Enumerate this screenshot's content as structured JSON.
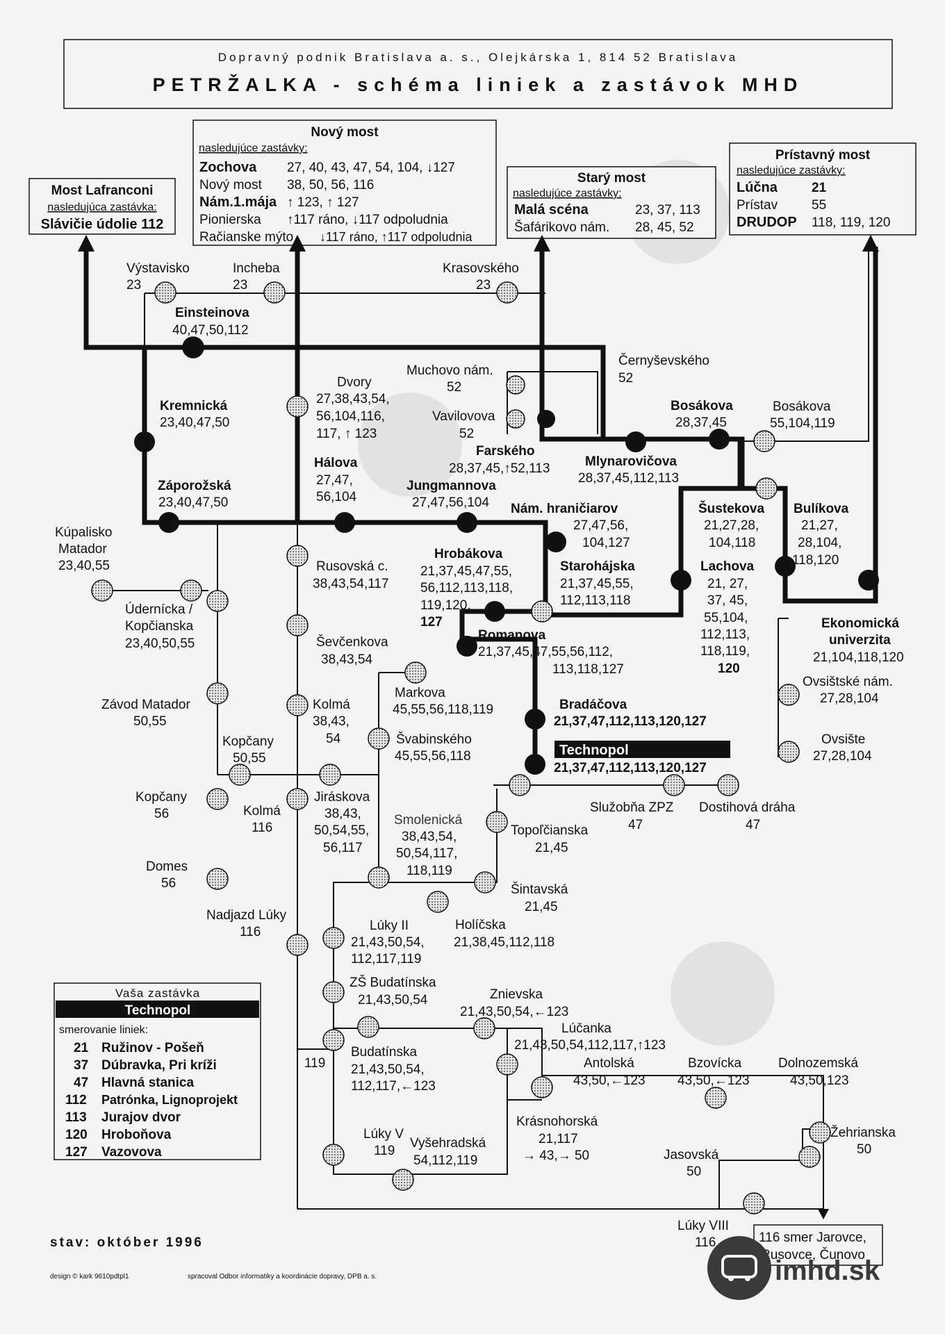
{
  "header": {
    "company": "Dopravný podnik Bratislava a. s., Olejkárska 1, 814 52 Bratislava",
    "title": "PETRŽALKA - schéma liniek a zastávok MHD"
  },
  "boxes": {
    "lafranconi": {
      "title": "Most Lafranconi",
      "subtitle": "nasledujúca zastávka:",
      "line": "Slávičie údolie 112"
    },
    "novy_most": {
      "title": "Nový most",
      "subtitle": "nasledujúce zastávky:",
      "rows": [
        {
          "name": "Zochova",
          "lines": "27, 40, 43, 47, 54, 104, ↓127"
        },
        {
          "name": "Nový most",
          "lines": "38, 50, 56, 116"
        },
        {
          "name": "Nám.1.mája",
          "lines": "↑ 123, ↑ 127"
        },
        {
          "name": "Pionierska",
          "lines": "↑117 ráno, ↓117 odpoludnia"
        },
        {
          "name": "Račianske mýto",
          "lines": "↓117 ráno, ↑117 odpoludnia"
        }
      ]
    },
    "stary_most": {
      "title": "Starý most",
      "subtitle": "nasledujúce zastávky:",
      "rows": [
        {
          "name": "Malá scéna",
          "lines": "23, 37, 113"
        },
        {
          "name": "Šafárikovo nám.",
          "lines": "28, 45, 52"
        }
      ]
    },
    "pristavny_most": {
      "title": "Prístavný most",
      "subtitle": "nasledujúce zastávky:",
      "rows": [
        {
          "name": "Lúčna",
          "lines": "21"
        },
        {
          "name": "Prístav",
          "lines": "55"
        },
        {
          "name": "DRUDOP",
          "lines": "118, 119, 120"
        }
      ]
    }
  },
  "stops": [
    {
      "id": "vystavisko",
      "name": "Výstavisko",
      "lines": "23"
    },
    {
      "id": "incheba",
      "name": "Incheba",
      "lines": "23"
    },
    {
      "id": "krasovskeho",
      "name": "Krasovského",
      "lines": "23"
    },
    {
      "id": "einsteinova",
      "name": "Einsteinova",
      "lines": "40,47,50,112"
    },
    {
      "id": "cernysevskeho",
      "name": "Černyševského",
      "lines": "52"
    },
    {
      "id": "muchovo",
      "name": "Muchovo nám.",
      "lines": "52"
    },
    {
      "id": "vavilovova",
      "name": "Vavilovova",
      "lines": "52"
    },
    {
      "id": "dvory",
      "name": "Dvory",
      "lines": "27,38,43,54,",
      "lines2": "56,104,116,",
      "lines3": "117, ↑ 123"
    },
    {
      "id": "kremnicka",
      "name": "Kremnická",
      "lines": "23,40,47,50"
    },
    {
      "id": "bosakova1",
      "name": "Bosákova",
      "lines": "28,37,45"
    },
    {
      "id": "bosakova2",
      "name": "Bosákova",
      "lines": "55,104,119"
    },
    {
      "id": "farskeho",
      "name": "Farského",
      "lines": "28,37,45,↑52,113"
    },
    {
      "id": "mlynarovicova",
      "name": "Mlynarovičova",
      "lines": "28,37,45,112,113"
    },
    {
      "id": "halova",
      "name": "Hálova",
      "lines": "27,47,",
      "lines2": "56,104"
    },
    {
      "id": "jungmannova",
      "name": "Jungmannova",
      "lines": "27,47,56,104"
    },
    {
      "id": "zaporozska",
      "name": "Záporožská",
      "lines": "23,40,47,50"
    },
    {
      "id": "sustekova",
      "name": "Šustekova",
      "lines": "21,27,28,",
      "lines2": "104,118"
    },
    {
      "id": "bulikova",
      "name": "Bulíkova",
      "lines": "21,27,",
      "lines2": "28,104,",
      "lines3": "118,120"
    },
    {
      "id": "kupalisko",
      "name": "Kúpalisko",
      "name2": "Matador",
      "lines": "23,40,55"
    },
    {
      "id": "nam_hranicarov",
      "name": "Nám. hraničiarov",
      "lines": "27,47,56,",
      "lines2": "104,127"
    },
    {
      "id": "rusovska",
      "name": "Rusovská c.",
      "lines": "38,43,54,117"
    },
    {
      "id": "hrobakova",
      "name": "Hrobákova",
      "lines": "21,37,45,47,55,",
      "lines2": "56,112,113,118,",
      "lines3": "119,120,",
      "lines4": "127"
    },
    {
      "id": "starohajska",
      "name": "Starohájska",
      "lines": "21,37,45,55,",
      "lines2": "112,113,118"
    },
    {
      "id": "lachova",
      "name": "Lachova",
      "lines": "21, 27,",
      "lines2": "37, 45,",
      "lines3": "55,104,",
      "lines4": "112,113,",
      "lines5": "118,119,",
      "lines6": "120"
    },
    {
      "id": "udernicka",
      "name": "Úderníсka /",
      "name2": "Kopčianska",
      "lines": "23,40,50,55"
    },
    {
      "id": "ekonomicka",
      "name": "Ekonomická",
      "name2": "univerzita",
      "lines": "21,104,118,120"
    },
    {
      "id": "sevcenkova",
      "name": "Ševčenkova",
      "lines": "38,43,54"
    },
    {
      "id": "romanova",
      "name": "Romanova",
      "lines": "21,37,45,47,55,56,112,",
      "lines2": "113,118,127"
    },
    {
      "id": "ovsistske",
      "name": "Ovsištské nám.",
      "lines": "27,28,104"
    },
    {
      "id": "markova",
      "name": "Markova",
      "lines": "45,55,56,118,119"
    },
    {
      "id": "zavod",
      "name": "Závod Matador",
      "lines": "50,55"
    },
    {
      "id": "kolma1",
      "name": "Kolmá",
      "lines": "38,43,",
      "lines2": "54"
    },
    {
      "id": "bradacova",
      "name": "Bradáčova",
      "lines": "21,37,47,112,113,120,127"
    },
    {
      "id": "svabinskeho",
      "name": "Švabinského",
      "lines": "45,55,56,118"
    },
    {
      "id": "kopcany1",
      "name": "Kopčany",
      "lines": "50,55"
    },
    {
      "id": "ovsiste",
      "name": "Ovsište",
      "lines": "27,28,104"
    },
    {
      "id": "technopol",
      "name": "Technopol",
      "lines": "21,37,47,112,113,120,127"
    },
    {
      "id": "kopcany2",
      "name": "Kopčany",
      "lines": "56"
    },
    {
      "id": "kolma2",
      "name": "Kolmá",
      "lines": "116"
    },
    {
      "id": "jiraskova",
      "name": "Jiráskova",
      "lines": "38,43,",
      "lines2": "50,54,55,",
      "lines3": "56,117"
    },
    {
      "id": "sluzobna",
      "name": "Služobňa ZPZ",
      "lines": "47"
    },
    {
      "id": "dostihova",
      "name": "Dostihová dráha",
      "lines": "47"
    },
    {
      "id": "smolenicka",
      "name": "Smolenická",
      "lines": "38,43,54,",
      "lines2": "50,54,117,",
      "lines3": "118,119"
    },
    {
      "id": "topolcianska",
      "name": "Topoľčianska",
      "lines": "21,45"
    },
    {
      "id": "domes",
      "name": "Domes",
      "lines": "56"
    },
    {
      "id": "sintavska",
      "name": "Šintavská",
      "lines": "21,45"
    },
    {
      "id": "nadjazd",
      "name": "Nadjazd Lúky",
      "lines": "116"
    },
    {
      "id": "luky2",
      "name": "Lúky II",
      "lines": "21,43,50,54,",
      "lines2": "112,117,119"
    },
    {
      "id": "holicska",
      "name": "Holíčska",
      "lines": "21,38,45,112,118"
    },
    {
      "id": "zs_budatinska",
      "name": "ZŠ Budatínska",
      "lines": "21,43,50,54"
    },
    {
      "id": "znievska",
      "name": "Znievska",
      "lines": "21,43,50,54,←123"
    },
    {
      "id": "lucanka",
      "name": "Lúčanka",
      "lines": "21,43,50,54,112,117,↑123"
    },
    {
      "id": "budatinska",
      "name": "Budatínska",
      "lines": "21,43,50,54,",
      "lines2": "112,117,←123"
    },
    {
      "id": "antolska",
      "name": "Antolská",
      "lines": "43,50,←123"
    },
    {
      "id": "bzovicka",
      "name": "Bzovícka",
      "lines": "43,50,←123"
    },
    {
      "id": "dolnozemska",
      "name": "Dolnozemská",
      "lines": "43,50,123"
    },
    {
      "id": "krasnohorska",
      "name": "Krásnohorská",
      "lines": "21,117",
      "lines2": "→ 43,→ 50"
    },
    {
      "id": "zehrianska",
      "name": "Žehrianska",
      "lines": "50"
    },
    {
      "id": "luky5",
      "name": "Lúky V",
      "lines": "119"
    },
    {
      "id": "vysehradska",
      "name": "Vyšehradská",
      "lines": "54,112,119"
    },
    {
      "id": "jasovska",
      "name": "Jasovská",
      "lines": "50"
    },
    {
      "id": "luky8",
      "name": "Lúky VIII",
      "lines": "116"
    }
  ],
  "misc_labels": {
    "line_119": "119"
  },
  "terminal_box": {
    "line1": "116 smer Jarovce,",
    "line2": "Rusovce, Čunovo"
  },
  "legend": {
    "heading": "Vaša zastávka",
    "current_stop": "Technopol",
    "subheading": "smerovanie liniek:",
    "items": [
      {
        "line": "21",
        "dest": "Ružinov - Pošeň"
      },
      {
        "line": "37",
        "dest": "Dúbravka, Pri kríži"
      },
      {
        "line": "47",
        "dest": "Hlavná stanica"
      },
      {
        "line": "112",
        "dest": "Patrónka, Lignoprojekt"
      },
      {
        "line": "113",
        "dest": "Jurajov dvor"
      },
      {
        "line": "120",
        "dest": "Hroboňova"
      },
      {
        "line": "127",
        "dest": "Vazovova"
      }
    ]
  },
  "footer": {
    "status": "stav: október 1996",
    "design": "design © kark 9610pdtpl1",
    "credit": "spracoval Odbor informatiky a koordinácie dopravy, DPB a. s.",
    "watermark": "imhd.sk"
  },
  "colors": {
    "paper": "#f4f4f3",
    "ink": "#111111",
    "stop_fill": "#cfcfcf"
  }
}
